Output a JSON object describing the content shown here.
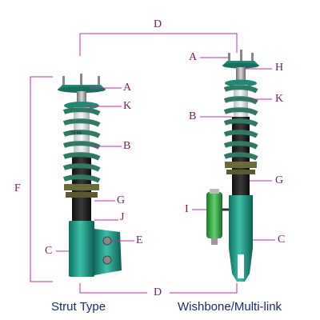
{
  "labels": {
    "strut": {
      "A": "A",
      "K": "K",
      "B": "B",
      "G": "G",
      "J": "J",
      "E": "E",
      "C": "C",
      "F": "F"
    },
    "wishbone": {
      "A": "A",
      "H": "H",
      "K": "K",
      "B": "B",
      "G": "G",
      "I": "I",
      "C": "C"
    },
    "D_top": "D",
    "D_bottom": "D"
  },
  "body_text": "TEIN",
  "captions": {
    "strut": "Strut Type",
    "wishbone": "Wishbone/Multi-link"
  },
  "colors": {
    "leader": "#c02ba0",
    "spring": "#2f7a63",
    "body_teal": "#1f9a86",
    "black_tube": "#222222",
    "label_text": "#7a1a5c",
    "caption_text": "#1a2a6e"
  }
}
